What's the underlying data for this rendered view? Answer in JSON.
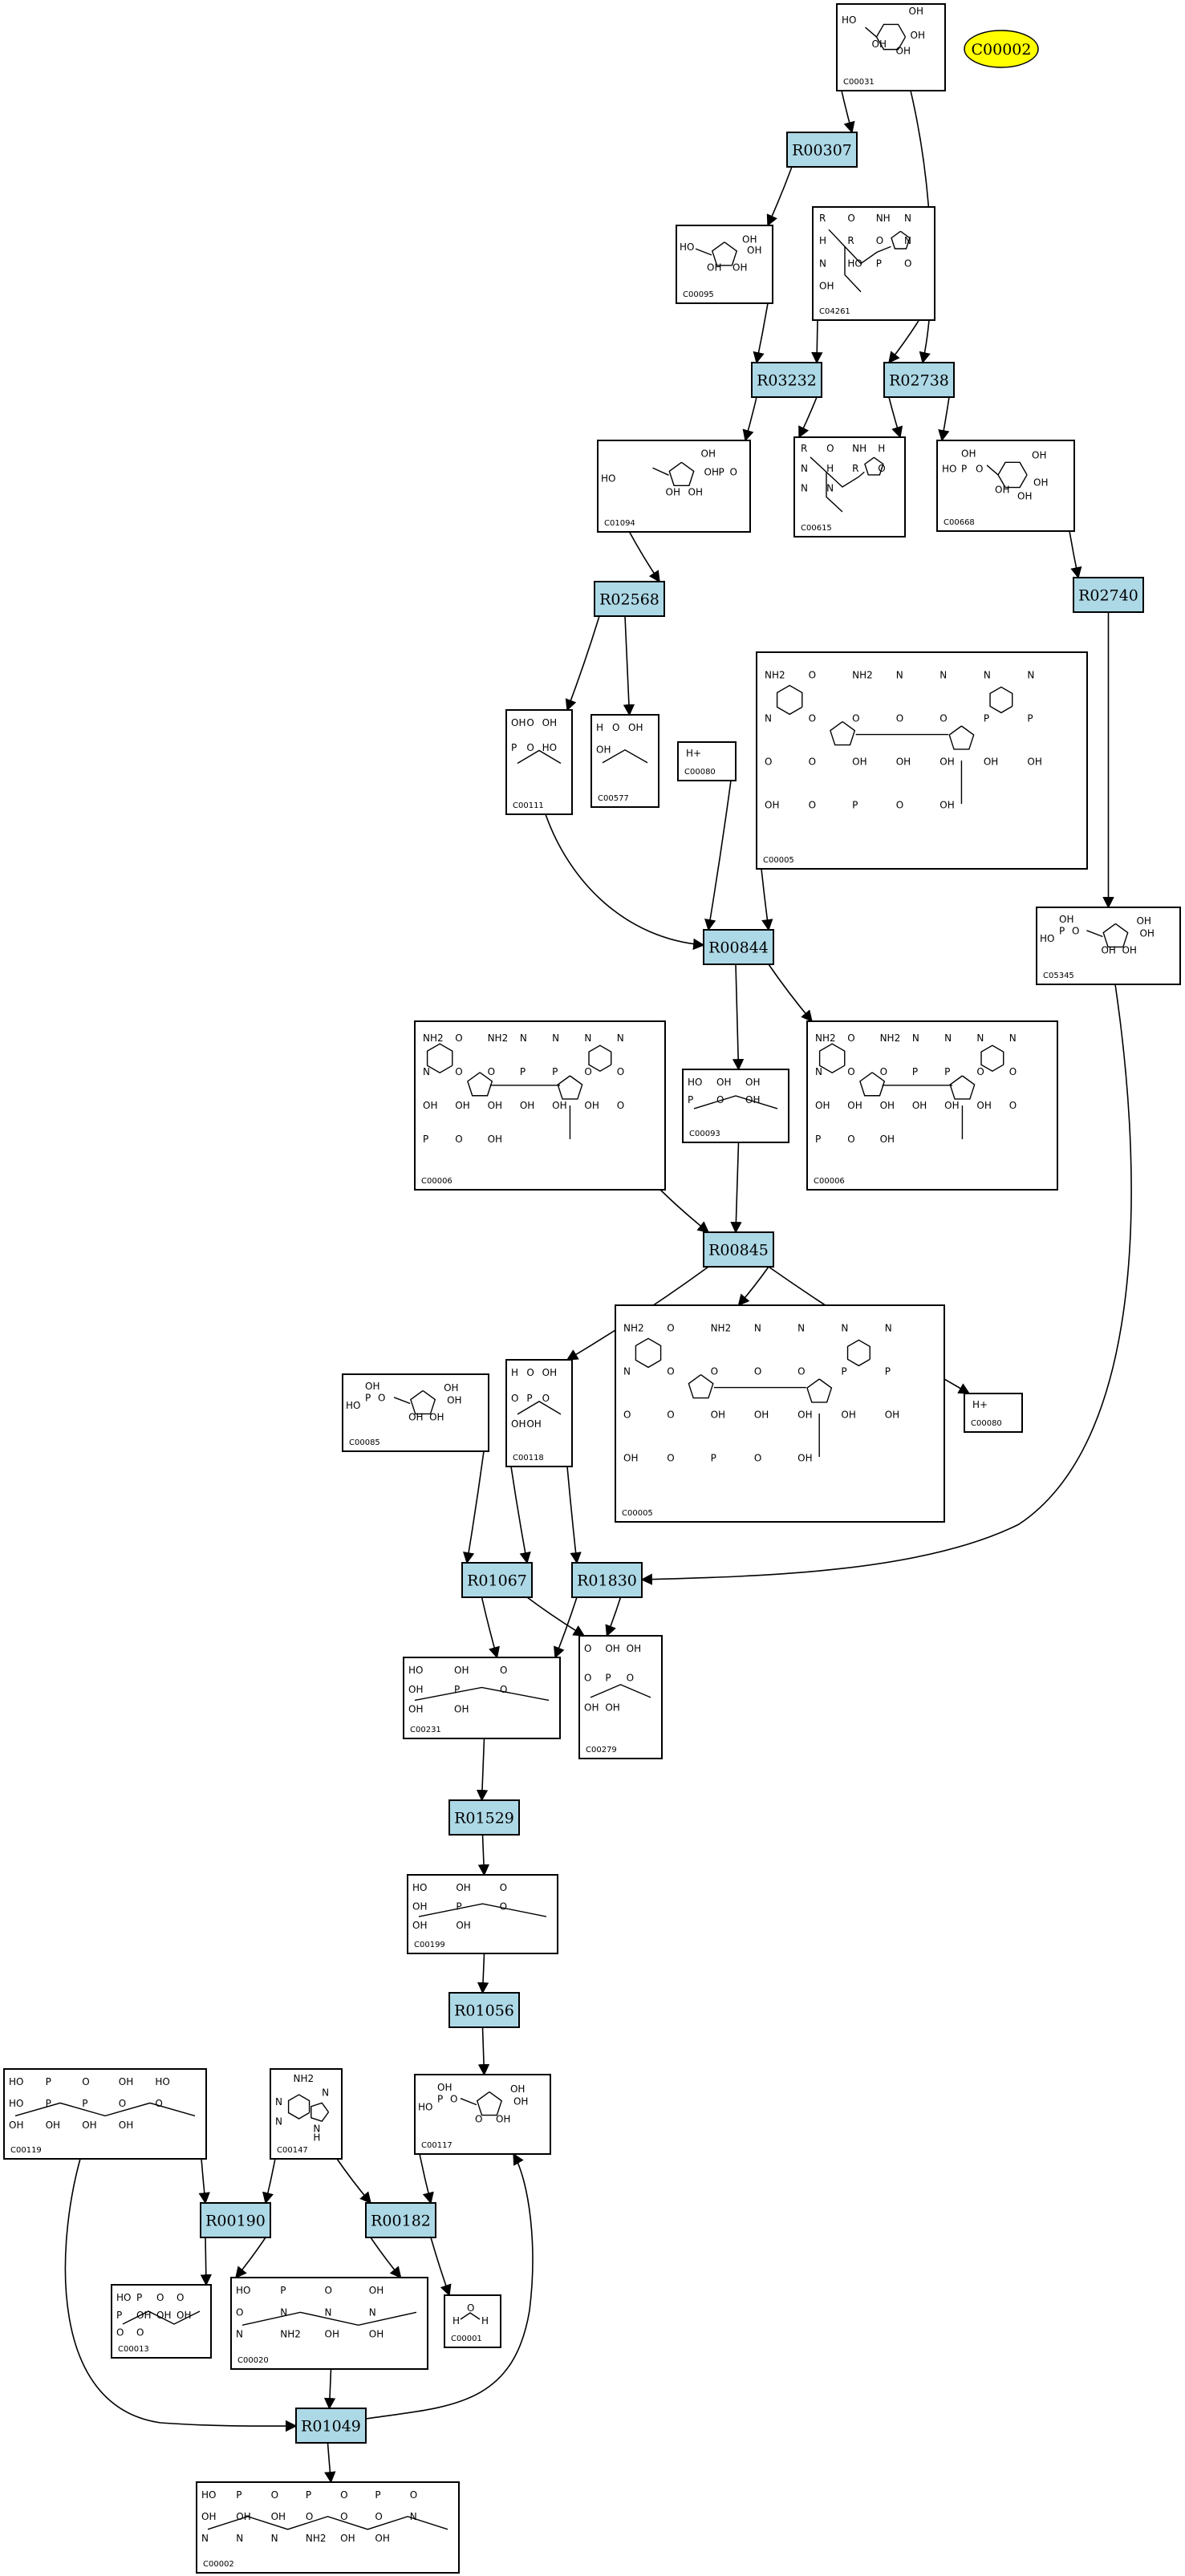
{
  "compounds": [
    {
      "id": "C00031",
      "label": "C00031",
      "mol": "pyranose",
      "atoms": [
        "HO",
        "OH",
        "OH",
        "OH",
        "OH"
      ]
    },
    {
      "id": "C00095",
      "label": "C00095",
      "mol": "furanose",
      "atoms": [
        "HO",
        "OH",
        "OH",
        "OH",
        "OH"
      ]
    },
    {
      "id": "C04261",
      "label": "C04261",
      "mol": "peptide",
      "atoms": [
        "R",
        "O",
        "NH",
        "N",
        "H",
        "R",
        "O",
        "N",
        "N",
        "HO",
        "P",
        "O",
        "OH"
      ]
    },
    {
      "id": "C01094",
      "label": "C01094",
      "mol": "furanoseP",
      "atoms": [
        "HO",
        "OH",
        "OH",
        "OH",
        "OH",
        "P",
        "O"
      ]
    },
    {
      "id": "C00615",
      "label": "C00615",
      "mol": "peptide2",
      "atoms": [
        "R",
        "O",
        "NH",
        "H",
        "N",
        "H",
        "R",
        "O",
        "N",
        "N"
      ]
    },
    {
      "id": "C00668",
      "label": "C00668",
      "mol": "pyranoseP",
      "atoms": [
        "HO",
        "P",
        "O",
        "OH",
        "OH",
        "OH",
        "OH",
        "OH"
      ]
    },
    {
      "id": "C00111",
      "label": "C00111",
      "mol": "dhap",
      "atoms": [
        "OH",
        "O",
        "OH",
        "P",
        "O",
        "HO"
      ]
    },
    {
      "id": "C00577",
      "label": "C00577",
      "mol": "glyceraldehyde",
      "atoms": [
        "H",
        "O",
        "OH",
        "OH"
      ]
    },
    {
      "id": "C00080a",
      "label": "C00080",
      "mol": "proton",
      "atoms": [
        "H+"
      ]
    },
    {
      "id": "C00005a",
      "label": "C00005",
      "mol": "nadph",
      "atoms": [
        "NH2",
        "O",
        "NH2",
        "N",
        "N",
        "N",
        "N",
        "N",
        "O",
        "O",
        "O",
        "O",
        "P",
        "P",
        "O",
        "O",
        "OH",
        "OH",
        "OH",
        "OH",
        "OH",
        "OH",
        "O",
        "P",
        "O",
        "OH"
      ]
    },
    {
      "id": "C05345",
      "label": "C05345",
      "mol": "fructoseP",
      "atoms": [
        "HO",
        "P",
        "O",
        "OH",
        "OH",
        "OH",
        "OH",
        "OH"
      ]
    },
    {
      "id": "C00006a",
      "label": "C00006",
      "mol": "nadp",
      "atoms": [
        "NH2",
        "O",
        "NH2",
        "N",
        "N",
        "N",
        "N",
        "N",
        "O",
        "O",
        "P",
        "P",
        "O",
        "O",
        "OH",
        "OH",
        "OH",
        "OH",
        "OH",
        "OH",
        "O",
        "P",
        "O",
        "OH"
      ]
    },
    {
      "id": "C00093",
      "label": "C00093",
      "mol": "glycerolP",
      "atoms": [
        "HO",
        "OH",
        "OH",
        "P",
        "O",
        "OH"
      ]
    },
    {
      "id": "C00006b",
      "label": "C00006",
      "mol": "nadp",
      "atoms": [
        "NH2",
        "O",
        "NH2",
        "N",
        "N",
        "N",
        "N",
        "N",
        "O",
        "O",
        "P",
        "P",
        "O",
        "O",
        "OH",
        "OH",
        "OH",
        "OH",
        "OH",
        "OH",
        "O",
        "P",
        "O",
        "OH"
      ]
    },
    {
      "id": "C00085",
      "label": "C00085",
      "mol": "fructoseP",
      "atoms": [
        "HO",
        "P",
        "O",
        "OH",
        "OH",
        "OH",
        "OH",
        "OH"
      ]
    },
    {
      "id": "C00118",
      "label": "C00118",
      "mol": "gap",
      "atoms": [
        "H",
        "O",
        "OH",
        "O",
        "P",
        "O",
        "OH",
        "OH"
      ]
    },
    {
      "id": "C00005b",
      "label": "C00005",
      "mol": "nadph",
      "atoms": [
        "NH2",
        "O",
        "NH2",
        "N",
        "N",
        "N",
        "N",
        "N",
        "O",
        "O",
        "O",
        "O",
        "P",
        "P",
        "O",
        "O",
        "OH",
        "OH",
        "OH",
        "OH",
        "OH",
        "OH",
        "O",
        "P",
        "O",
        "OH"
      ]
    },
    {
      "id": "C00080b",
      "label": "C00080",
      "mol": "proton",
      "atoms": [
        "H+"
      ]
    },
    {
      "id": "C00231",
      "label": "C00231",
      "mol": "xylulose5P",
      "atoms": [
        "HO",
        "OH",
        "O",
        "OH",
        "P",
        "O",
        "OH",
        "OH"
      ]
    },
    {
      "id": "C00279",
      "label": "C00279",
      "mol": "erythroseP",
      "atoms": [
        "O",
        "OH",
        "OH",
        "O",
        "P",
        "O",
        "OH",
        "OH"
      ]
    },
    {
      "id": "C00199",
      "label": "C00199",
      "mol": "ribulose5P",
      "atoms": [
        "HO",
        "OH",
        "O",
        "OH",
        "P",
        "O",
        "OH",
        "OH"
      ]
    },
    {
      "id": "C00119",
      "label": "C00119",
      "mol": "prpp",
      "atoms": [
        "HO",
        "P",
        "O",
        "OH",
        "HO",
        "HO",
        "P",
        "P",
        "O",
        "O",
        "OH",
        "OH",
        "OH",
        "OH"
      ]
    },
    {
      "id": "C00147",
      "label": "C00147",
      "mol": "adenine",
      "atoms": [
        "NH2",
        "N",
        "N",
        "N",
        "N",
        "H"
      ]
    },
    {
      "id": "C00117",
      "label": "C00117",
      "mol": "ribose5P",
      "atoms": [
        "HO",
        "P",
        "O",
        "OH",
        "OH",
        "OH",
        "OH",
        "O"
      ]
    },
    {
      "id": "C00013",
      "label": "C00013",
      "mol": "ppi",
      "atoms": [
        "HO",
        "P",
        "O",
        "O",
        "P",
        "OH",
        "OH",
        "OH",
        "O",
        "O"
      ]
    },
    {
      "id": "C00020",
      "label": "C00020",
      "mol": "amp",
      "atoms": [
        "HO",
        "P",
        "O",
        "OH",
        "O",
        "N",
        "N",
        "N",
        "N",
        "NH2",
        "OH",
        "OH"
      ]
    },
    {
      "id": "C00001",
      "label": "C00001",
      "mol": "water",
      "atoms": [
        "H",
        "O",
        "H"
      ]
    },
    {
      "id": "C00002",
      "label": "C00002",
      "mol": "atp",
      "atoms": [
        "HO",
        "P",
        "O",
        "P",
        "O",
        "P",
        "O",
        "OH",
        "OH",
        "OH",
        "O",
        "O",
        "O",
        "N",
        "N",
        "N",
        "N",
        "NH2",
        "OH",
        "OH"
      ]
    }
  ],
  "reactions": [
    {
      "id": "R00307",
      "label": "R00307"
    },
    {
      "id": "R03232",
      "label": "R03232"
    },
    {
      "id": "R02738",
      "label": "R02738"
    },
    {
      "id": "R02568",
      "label": "R02568"
    },
    {
      "id": "R02740",
      "label": "R02740"
    },
    {
      "id": "R00844",
      "label": "R00844"
    },
    {
      "id": "R00845",
      "label": "R00845"
    },
    {
      "id": "R01067",
      "label": "R01067"
    },
    {
      "id": "R01830",
      "label": "R01830"
    },
    {
      "id": "R01529",
      "label": "R01529"
    },
    {
      "id": "R01056",
      "label": "R01056"
    },
    {
      "id": "R00190",
      "label": "R00190"
    },
    {
      "id": "R00182",
      "label": "R00182"
    },
    {
      "id": "R01049",
      "label": "R01049"
    }
  ],
  "target": {
    "id": "C00002-target",
    "label": "C00002",
    "color": "#ffff00"
  },
  "reaction_color": "#add8e6",
  "edges": [
    {
      "from": "C00031",
      "to": "R00307"
    },
    {
      "from": "C00031",
      "to": "R02738"
    },
    {
      "from": "R00307",
      "to": "C00095"
    },
    {
      "from": "C00095",
      "to": "R03232"
    },
    {
      "from": "C04261",
      "to": "R03232"
    },
    {
      "from": "C04261",
      "to": "R02738"
    },
    {
      "from": "R03232",
      "to": "C01094"
    },
    {
      "from": "R03232",
      "to": "C00615"
    },
    {
      "from": "R02738",
      "to": "C00615"
    },
    {
      "from": "R02738",
      "to": "C00668"
    },
    {
      "from": "C01094",
      "to": "R02568"
    },
    {
      "from": "R02568",
      "to": "C00111"
    },
    {
      "from": "R02568",
      "to": "C00577"
    },
    {
      "from": "C00668",
      "to": "R02740"
    },
    {
      "from": "R02740",
      "to": "C05345"
    },
    {
      "from": "C00111",
      "to": "R00844"
    },
    {
      "from": "C00080a",
      "to": "R00844"
    },
    {
      "from": "C00005a",
      "to": "R00844"
    },
    {
      "from": "R00844",
      "to": "C00093"
    },
    {
      "from": "R00844",
      "to": "C00006b"
    },
    {
      "from": "C00006a",
      "to": "R00845"
    },
    {
      "from": "C00093",
      "to": "R00845"
    },
    {
      "from": "R00845",
      "to": "C00118"
    },
    {
      "from": "R00845",
      "to": "C00005b"
    },
    {
      "from": "R00845",
      "to": "C00080b"
    },
    {
      "from": "C05345",
      "to": "R01830"
    },
    {
      "from": "C00085",
      "to": "R01067"
    },
    {
      "from": "C00118",
      "to": "R01067"
    },
    {
      "from": "C00118",
      "to": "R01830"
    },
    {
      "from": "R01067",
      "to": "C00231"
    },
    {
      "from": "R01067",
      "to": "C00279"
    },
    {
      "from": "R01830",
      "to": "C00231"
    },
    {
      "from": "R01830",
      "to": "C00279"
    },
    {
      "from": "C00231",
      "to": "R01529"
    },
    {
      "from": "R01529",
      "to": "C00199"
    },
    {
      "from": "C00199",
      "to": "R01056"
    },
    {
      "from": "R01056",
      "to": "C00117"
    },
    {
      "from": "C00119",
      "to": "R00190"
    },
    {
      "from": "C00119",
      "to": "R01049"
    },
    {
      "from": "C00147",
      "to": "R00190"
    },
    {
      "from": "C00147",
      "to": "R00182"
    },
    {
      "from": "C00117",
      "to": "R00182"
    },
    {
      "from": "R00190",
      "to": "C00013"
    },
    {
      "from": "R00190",
      "to": "C00020"
    },
    {
      "from": "R00182",
      "to": "C00020"
    },
    {
      "from": "R00182",
      "to": "C00001"
    },
    {
      "from": "C00020",
      "to": "R01049"
    },
    {
      "from": "R01049",
      "to": "C00117"
    },
    {
      "from": "R01049",
      "to": "C00002"
    }
  ]
}
